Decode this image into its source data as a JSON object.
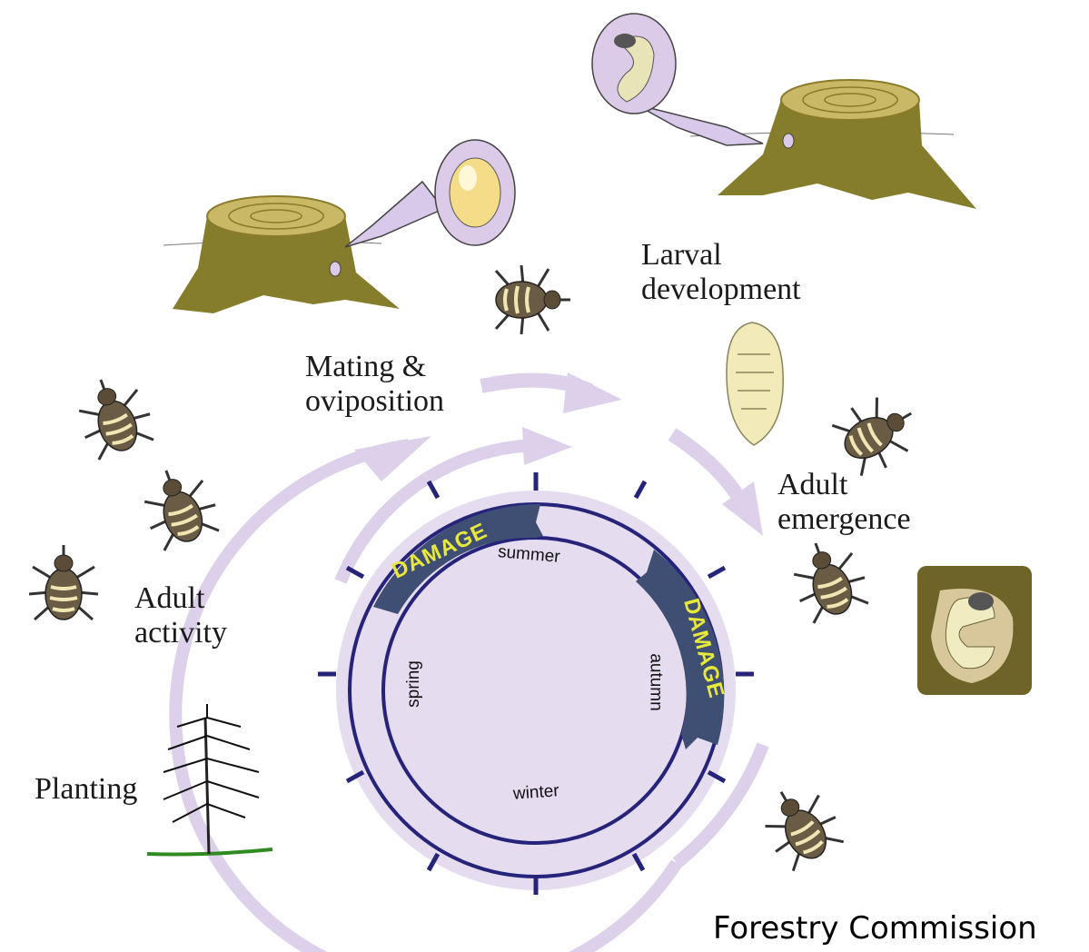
{
  "labels": {
    "mating_line1": "Mating &",
    "mating_line2": "oviposition",
    "larval_line1": "Larval",
    "larval_line2": "development",
    "emergence_line1": "Adult",
    "emergence_line2": "emergence",
    "activity_line1": "Adult",
    "activity_line2": "activity",
    "planting": "Planting"
  },
  "season_ring": {
    "seasons": {
      "summer": "summer",
      "autumn": "autumn",
      "winter": "winter",
      "spring": "spring"
    },
    "damage_label_1": "DAMAGE",
    "damage_label_2": "DAMAGE"
  },
  "credit": "Forestry Commission",
  "colors": {
    "ring_fill": "#e6dcef",
    "ring_line": "#26237a",
    "damage_band": "#3f4f73",
    "damage_text": "#e8e83a",
    "arrow": "#dcd0ea",
    "stump": "#857d2b",
    "stump_top": "#c9b866",
    "weevil_body": "#6a5c44",
    "weevil_stripes": "#f0e6b4",
    "larva_box": "#6f6428",
    "larva_bg": "#d8c79a"
  }
}
